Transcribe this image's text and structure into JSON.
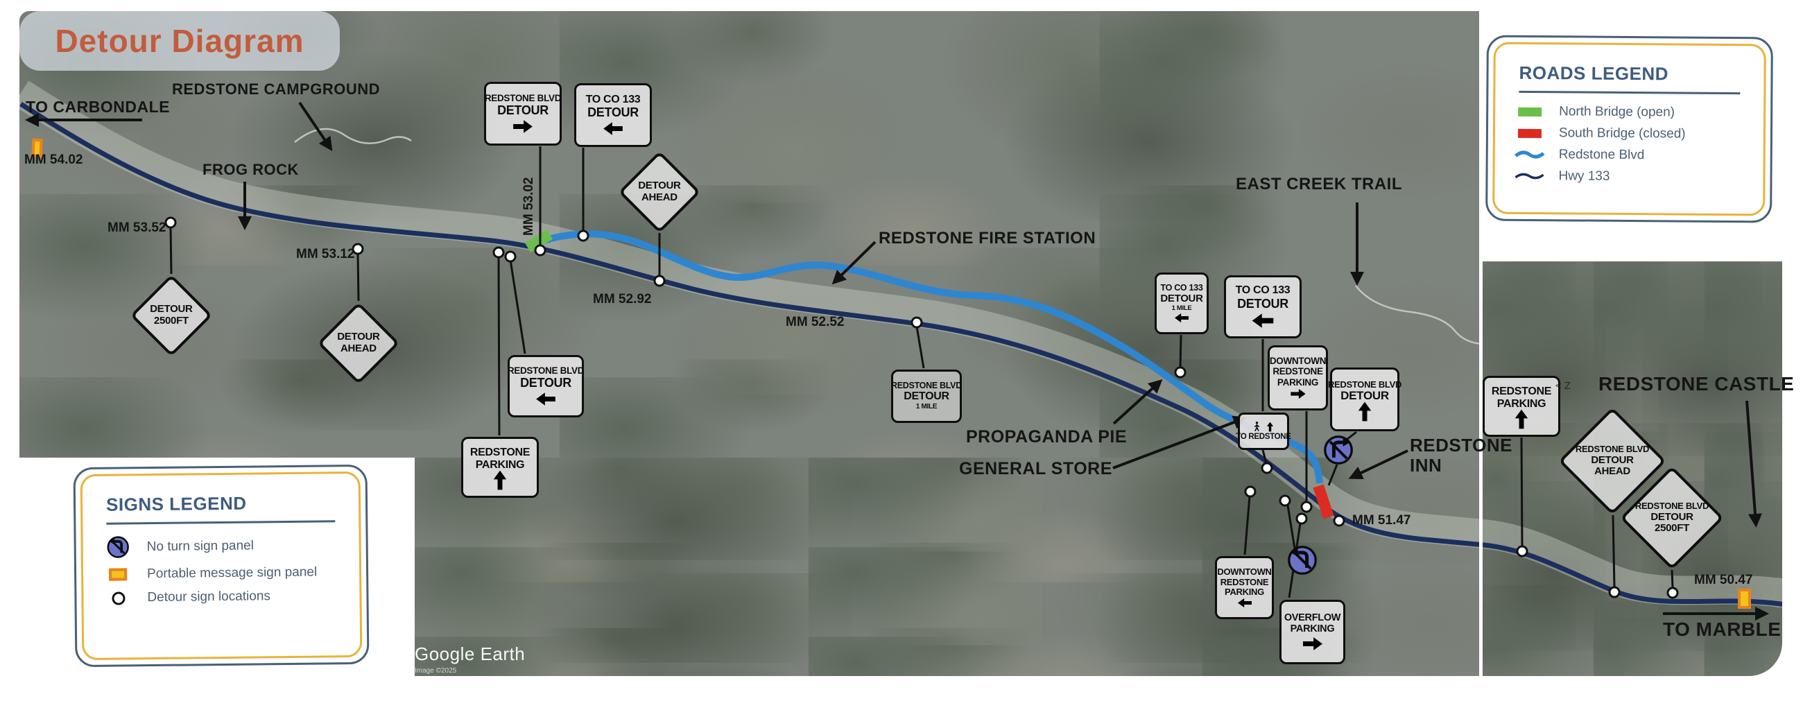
{
  "title": "Detour Diagram",
  "attribution": {
    "brand": "Google Earth",
    "copyright": "Image ©2025"
  },
  "map_artifact": "< Z",
  "colors": {
    "title_text": "#c25c3d",
    "hwy_133": "#1b2f5e",
    "redstone_blvd": "#2e86d1",
    "north_bridge_open": "#6abf4b",
    "south_bridge_closed": "#dd2b20",
    "legend_outer_border": "#4a6076",
    "legend_inner_border": "#e8b33c",
    "legend_heading": "#3e5c7f",
    "portable_sign": "#f5c21c",
    "no_turn_panel": "#6974c9"
  },
  "roads_legend": {
    "title": "ROADS LEGEND",
    "items": [
      {
        "label": "North Bridge (open)",
        "swatch": "north-bridge"
      },
      {
        "label": "South Bridge (closed)",
        "swatch": "south-bridge"
      },
      {
        "label": "Redstone Blvd",
        "swatch": "redstone-blvd"
      },
      {
        "label": "Hwy 133",
        "swatch": "hwy-133"
      }
    ]
  },
  "signs_legend": {
    "title": "SIGNS LEGEND",
    "items": [
      {
        "label": "No turn sign panel",
        "swatch": "no-turn"
      },
      {
        "label": "Portable message sign panel",
        "swatch": "portable-message"
      },
      {
        "label": "Detour sign locations",
        "swatch": "detour-location"
      }
    ]
  },
  "place_labels": [
    {
      "text": "TO CARBONDALE"
    },
    {
      "text": "REDSTONE CAMPGROUND"
    },
    {
      "text": "FROG ROCK"
    },
    {
      "text": "REDSTONE FIRE STATION"
    },
    {
      "text": "EAST CREEK TRAIL"
    },
    {
      "text": "PROPAGANDA PIE"
    },
    {
      "text": "GENERAL STORE"
    },
    {
      "text": "REDSTONE",
      "text2": "INN"
    },
    {
      "text": "REDSTONE CASTLE"
    },
    {
      "text": "TO MARBLE"
    }
  ],
  "mile_markers": [
    "MM 54.02",
    "MM 53.52",
    "MM 53.12",
    "MM 53.02",
    "MM 52.92",
    "MM 52.52",
    "MM 51.47",
    "MM 50.47"
  ],
  "signs": [
    {
      "lines": [
        "REDSTONE BLVD",
        "DETOUR"
      ],
      "arrow": "right"
    },
    {
      "lines": [
        "TO CO 133",
        "DETOUR"
      ],
      "arrow": "left"
    },
    {
      "lines": [
        "REDSTONE BLVD",
        "DETOUR"
      ],
      "arrow": "left"
    },
    {
      "lines": [
        "REDSTONE",
        "PARKING"
      ],
      "arrow": "up"
    },
    {
      "lines": [
        "REDSTONE BLVD",
        "DETOUR",
        "1 MILE"
      ],
      "arrow": "none"
    },
    {
      "lines": [
        "TO CO 133",
        "DETOUR",
        "1 MILE"
      ],
      "arrow": "left"
    },
    {
      "lines": [
        "TO CO 133",
        "DETOUR"
      ],
      "arrow": "left"
    },
    {
      "lines": [
        "DOWNTOWN",
        "REDSTONE",
        "PARKING"
      ],
      "arrow": "right"
    },
    {
      "lines": [
        "REDSTONE BLVD",
        "DETOUR"
      ],
      "arrow": "up"
    },
    {
      "lines": [
        "DOWNTOWN",
        "REDSTONE",
        "PARKING"
      ],
      "arrow": "left"
    },
    {
      "lines": [
        "OVERFLOW",
        "PARKING"
      ],
      "arrow": "right"
    },
    {
      "lines": [
        "REDSTONE",
        "PARKING"
      ],
      "arrow": "up"
    },
    {
      "lines": [
        "TO REDSTONE"
      ],
      "arrow": "ped-up"
    }
  ],
  "diamond_signs": [
    {
      "lines": [
        "DETOUR",
        "2500FT"
      ]
    },
    {
      "lines": [
        "DETOUR",
        "AHEAD"
      ]
    },
    {
      "lines": [
        "DETOUR",
        "AHEAD"
      ]
    },
    {
      "lines": [
        "REDSTONE BLVD",
        "DETOUR",
        "AHEAD"
      ]
    },
    {
      "lines": [
        "REDSTONE BLVD",
        "DETOUR",
        "2500FT"
      ]
    }
  ]
}
